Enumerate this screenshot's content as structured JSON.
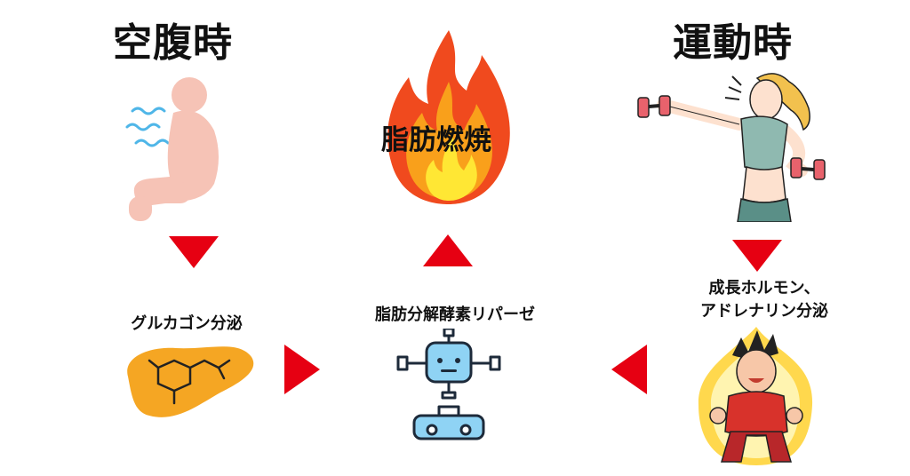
{
  "titles": {
    "fasting": "空腹時",
    "exercise": "運動時"
  },
  "fire": {
    "label": "脂肪燃焼"
  },
  "labels": {
    "glucagon": "グルカゴン分泌",
    "lipase": "脂肪分解酵素リパーゼ",
    "hormone_line1": "成長ホルモン、",
    "hormone_line2": "アドレナリン分泌"
  },
  "colors": {
    "arrow": "#e60012",
    "flame_outer": "#f04a1e",
    "flame_mid": "#f9a01b",
    "flame_inner": "#ffe734",
    "glucagon_blob": "#f5a623"
  }
}
